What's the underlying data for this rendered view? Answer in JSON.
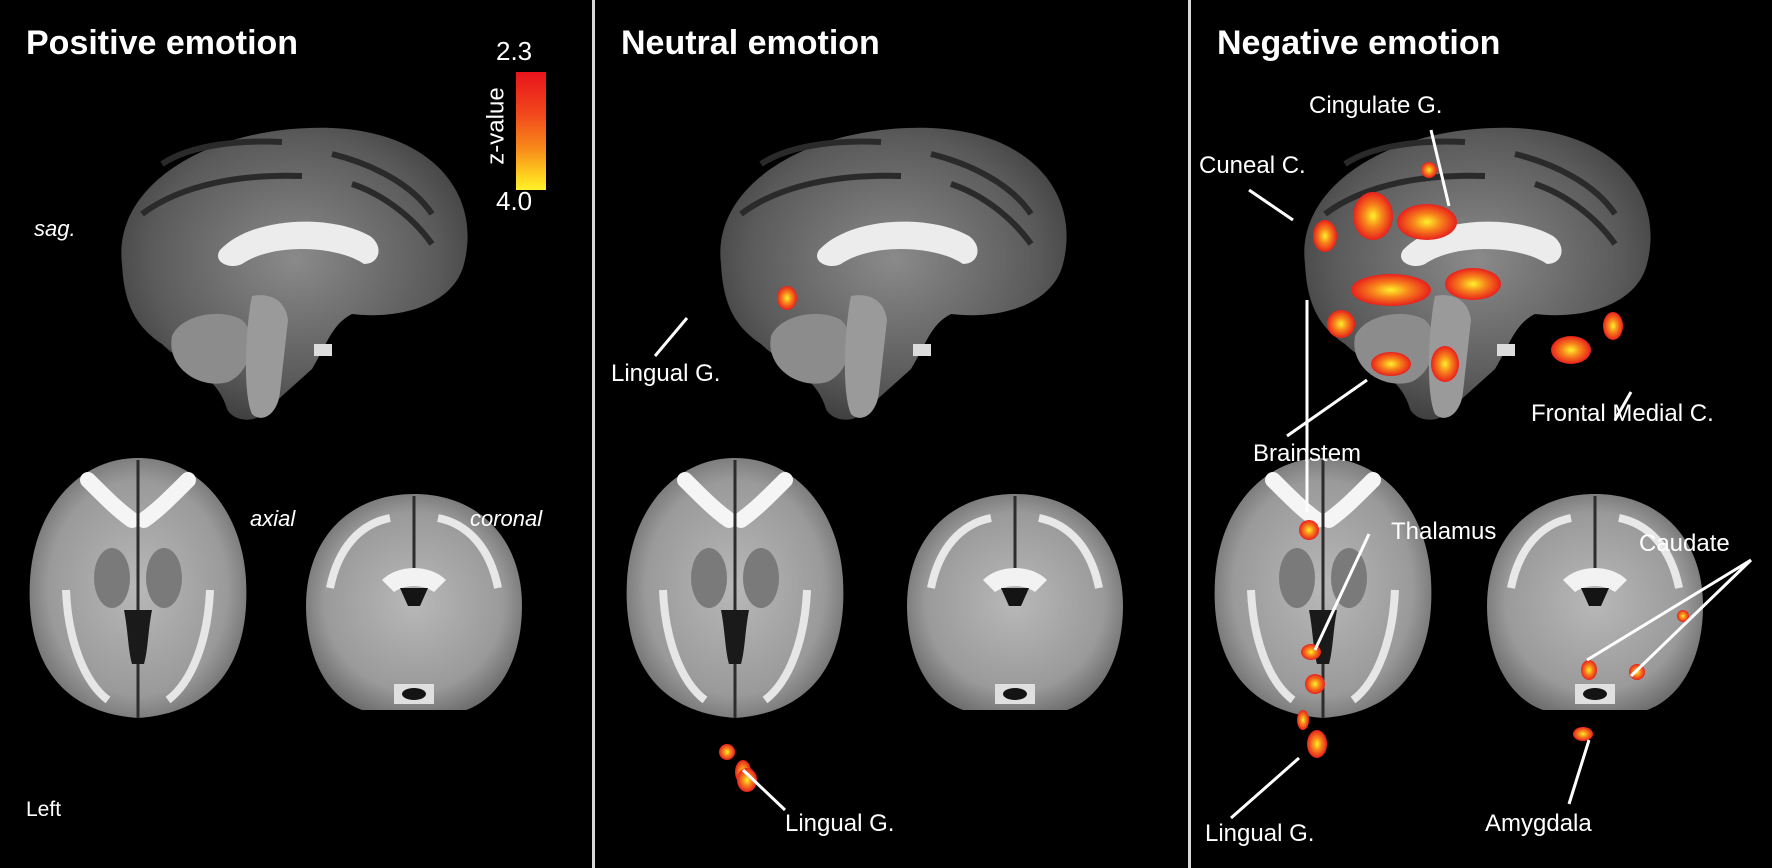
{
  "panels": [
    {
      "title": "Positive emotion"
    },
    {
      "title": "Neutral emotion"
    },
    {
      "title": "Negative emotion"
    }
  ],
  "view_labels": {
    "sagittal": "sag.",
    "axial": "axial",
    "coronal": "coronal",
    "left": "Left"
  },
  "colorbar": {
    "top_value": "2.3",
    "bottom_value": "4.0",
    "axis_label": "z-value",
    "color_low": "#e8141c",
    "color_high": "#fff12a"
  },
  "regions": {
    "neutral": {
      "lingual_sag": "Lingual G.",
      "lingual_ax": "Lingual G."
    },
    "negative": {
      "cingulate": "Cingulate G.",
      "cuneal": "Cuneal C.",
      "frontal_medial": "Frontal Medial C.",
      "brainstem": "Brainstem",
      "thalamus": "Thalamus",
      "caudate": "Caudate",
      "lingual": "Lingual G.",
      "amygdala": "Amygdala"
    }
  },
  "colors": {
    "activation_red": "#e8201c",
    "activation_orange": "#f7861b",
    "activation_yellow": "#ffe52a",
    "divider": "#d8d8d8"
  }
}
